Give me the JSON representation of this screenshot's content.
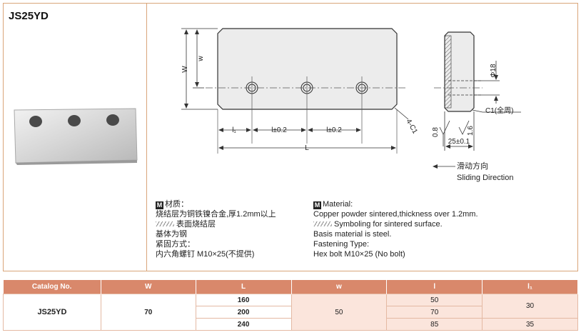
{
  "product": {
    "title": "JS25YD"
  },
  "drawing": {
    "label_W": "W",
    "label_w": "w",
    "label_L": "L",
    "label_l1": "l₁",
    "label_l_a": "l±0.2",
    "label_l_b": "l±0.2",
    "label_4C1": "4-C1",
    "label_phi18": "Φ18",
    "label_c1_all": "C1(全周)",
    "label_08": "0.8",
    "label_16": "1.6",
    "label_25": "25±0.1",
    "sliding_zh": "滑动方向",
    "sliding_en": "Sliding Direction"
  },
  "materials_zh": {
    "heading": "材质：",
    "line1": "烧结层为铜铁镍合金,厚1.2mm以上",
    "line2": "表面烧结层",
    "line3": "基体为钢",
    "line4": "紧固方式：",
    "line5": "内六角螺钉 M10×25(不提供)"
  },
  "materials_en": {
    "heading": "Material:",
    "line1": "Copper powder sintered,thickness over 1.2mm.",
    "line2": "Symboling for sintered surface.",
    "line3": "Basis material is steel.",
    "line4": "Fastening Type:",
    "line5": "Hex bolt M10×25 (No bolt)"
  },
  "icon_m": "M",
  "table": {
    "headers": [
      "Catalog No.",
      "W",
      "L",
      "w",
      "l",
      "l₁"
    ],
    "catalog": "JS25YD",
    "W": "70",
    "w": "50",
    "L_values": [
      "160",
      "200",
      "240"
    ],
    "l_values": [
      "50",
      "70",
      "85"
    ],
    "l1_values": [
      "30",
      "35"
    ]
  }
}
